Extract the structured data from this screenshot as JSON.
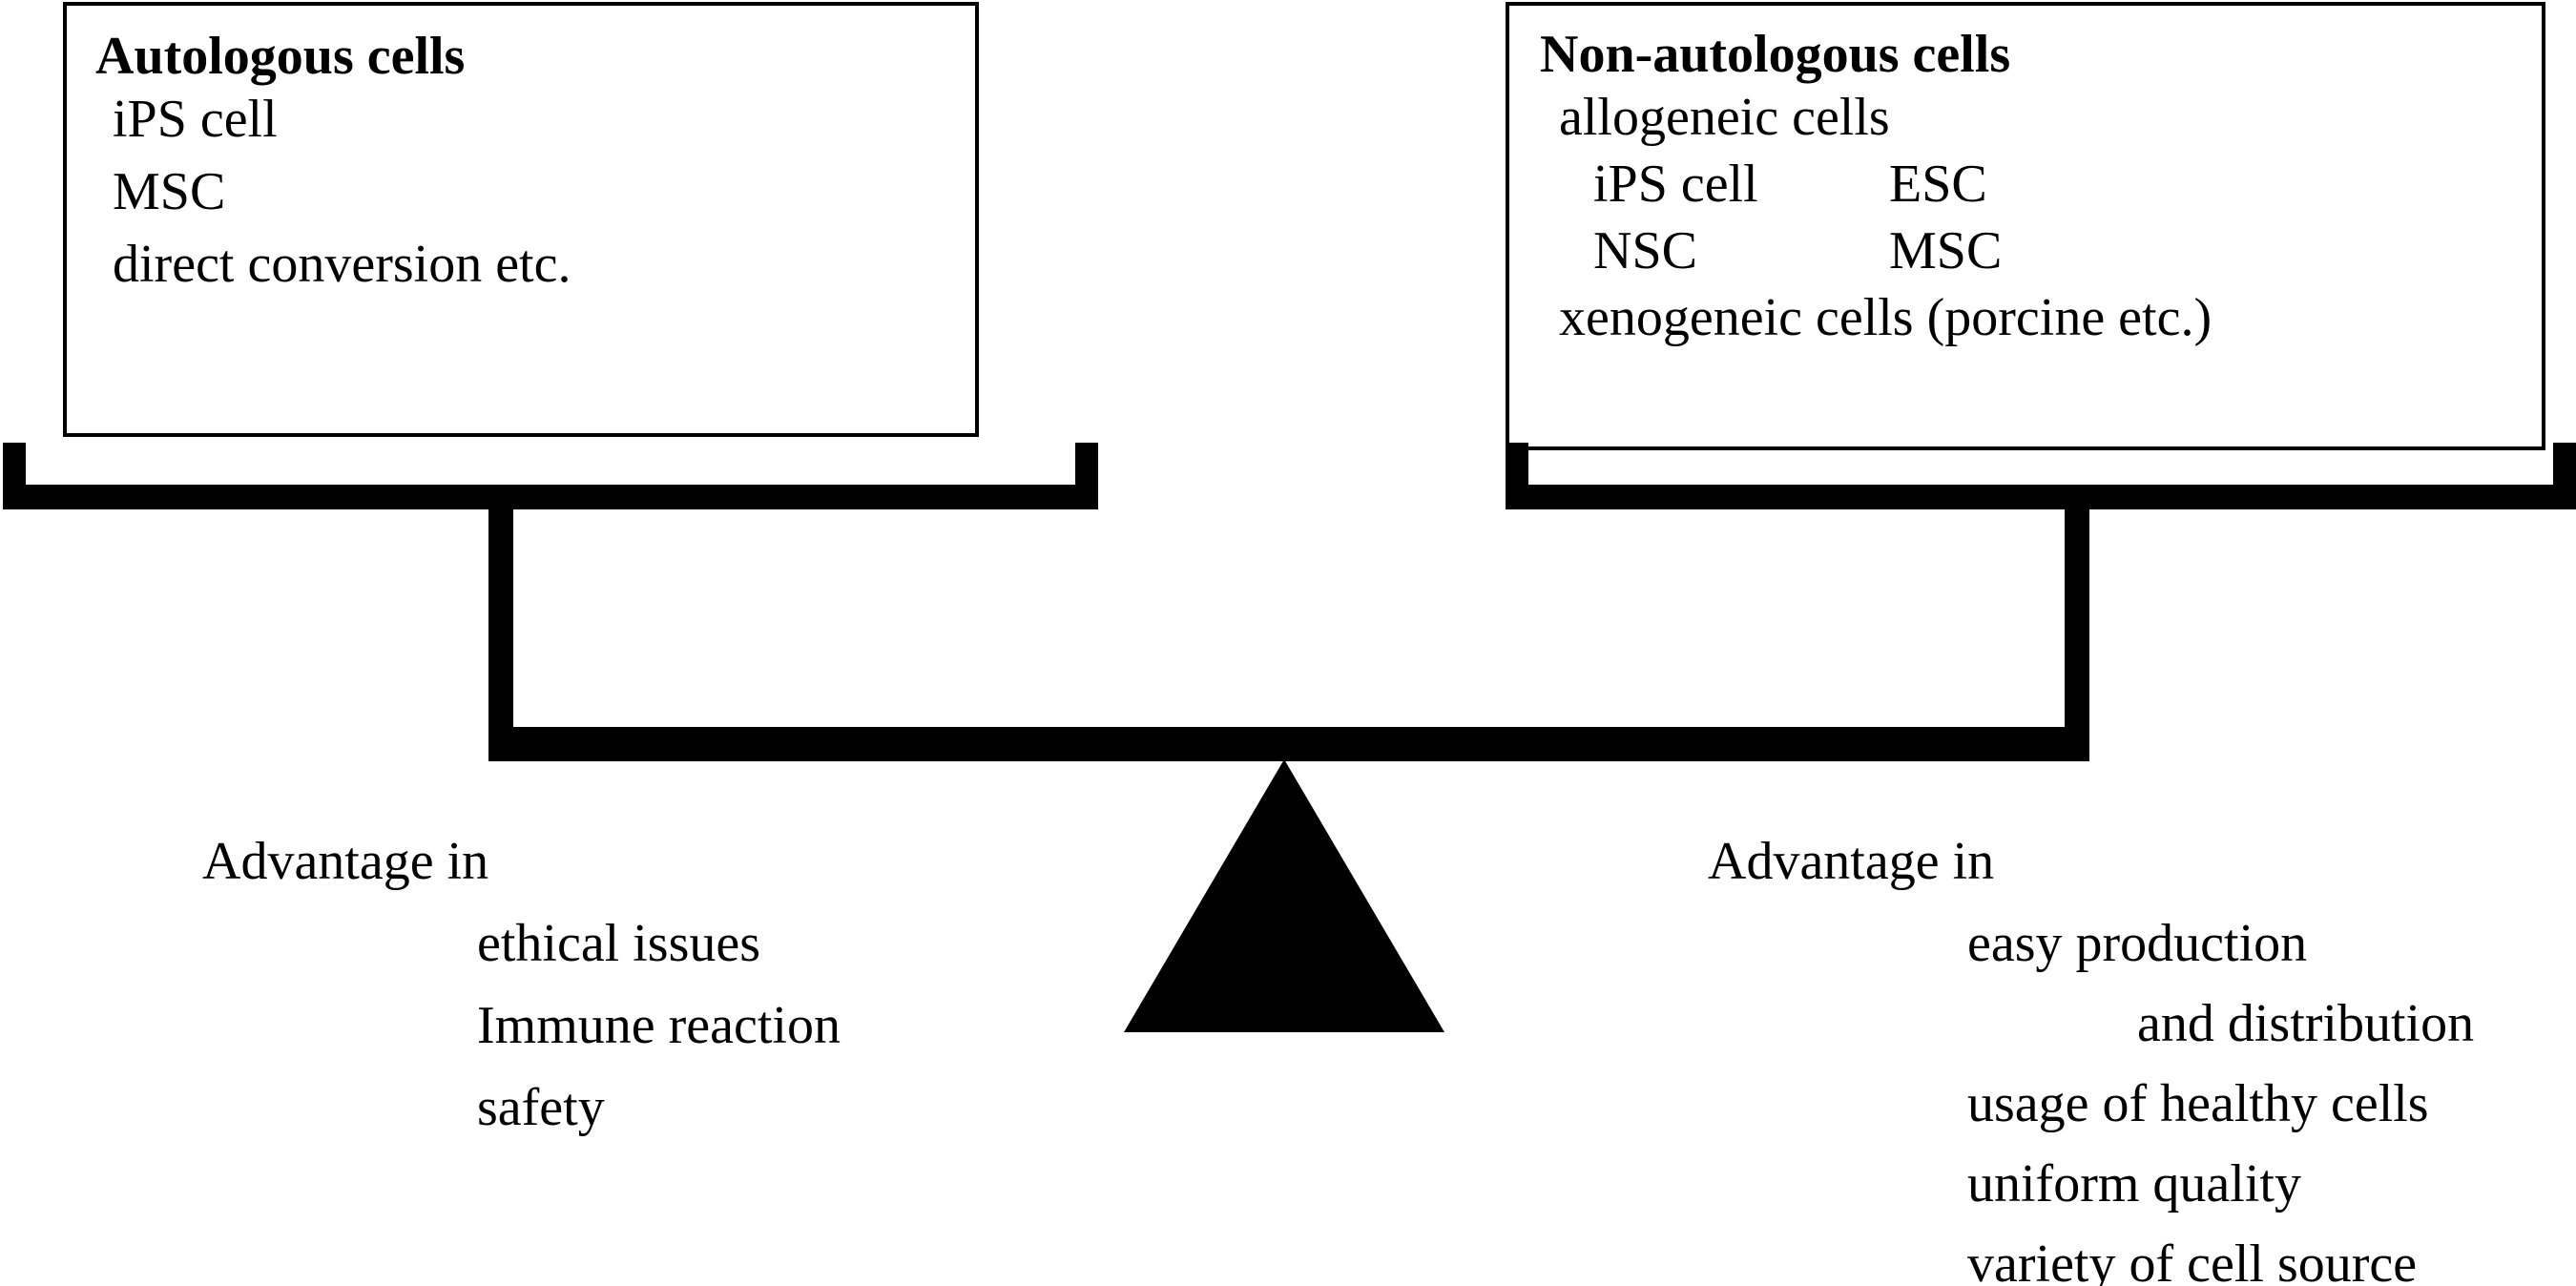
{
  "figure": {
    "type": "balance-scale-comparison-diagram",
    "colors": {
      "ink": "#000000",
      "background": "#ffffff"
    }
  },
  "left_box": {
    "title": "Autologous cells",
    "lines": [
      "iPS cell",
      "MSC",
      "direct conversion etc."
    ]
  },
  "right_box": {
    "title": "Non-autologous cells",
    "line_allogeneic": "allogeneic cells",
    "grid": [
      {
        "col1": "iPS cell",
        "col2": "ESC"
      },
      {
        "col1": "NSC",
        "col2": "MSC"
      }
    ],
    "line_xenogeneic": "xenogeneic cells (porcine etc.)"
  },
  "left_advantages": {
    "heading": "Advantage in",
    "items": [
      "ethical issues",
      "Immune reaction",
      "safety"
    ]
  },
  "right_advantages": {
    "heading": "Advantage in",
    "items": [
      "easy production",
      "and distribution",
      "usage of healthy cells",
      "uniform quality",
      "variety of cell source"
    ]
  }
}
